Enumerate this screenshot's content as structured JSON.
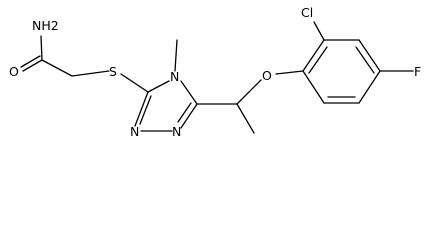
{
  "molecule": {
    "atoms": {
      "nh2": "NH2",
      "o_carbonyl": "O",
      "s": "S",
      "n4": "N",
      "n1": "N",
      "n2": "N",
      "o_ether": "O",
      "cl": "Cl",
      "f": "F"
    }
  }
}
